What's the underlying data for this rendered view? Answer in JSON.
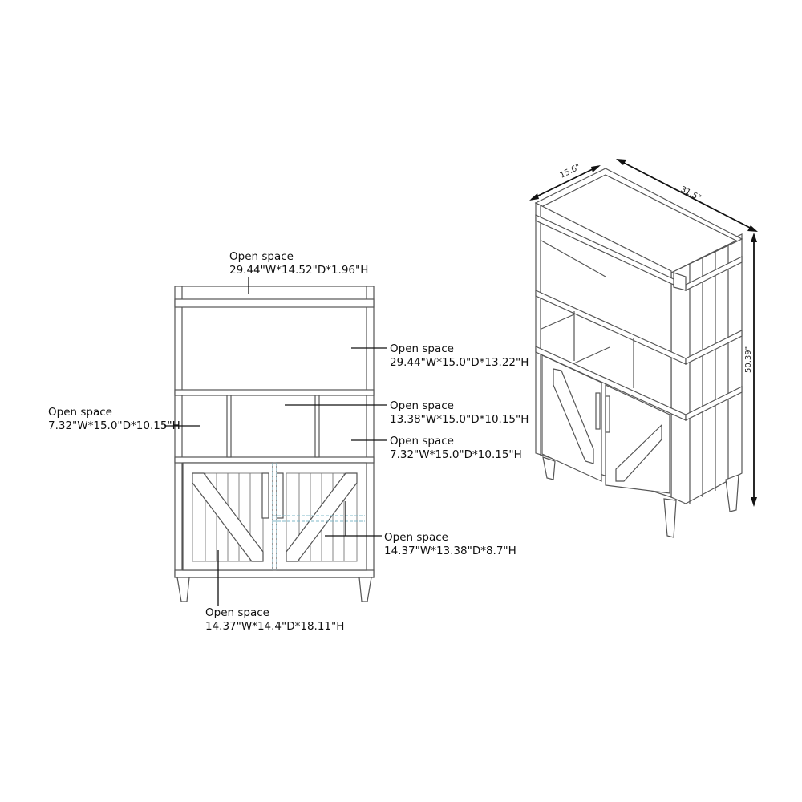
{
  "front_view": {
    "labels": [
      {
        "title": "Open space",
        "dims": "29.44\"W*14.52\"D*1.96\"H"
      },
      {
        "title": "Open space",
        "dims": "29.44\"W*15.0\"D*13.22\"H"
      },
      {
        "title": "Open space",
        "dims": "7.32\"W*15.0\"D*10.15\"H"
      },
      {
        "title": "Open space",
        "dims": "13.38\"W*15.0\"D*10.15\"H"
      },
      {
        "title": "Open space",
        "dims": "7.32\"W*15.0\"D*10.15\"H"
      },
      {
        "title": "Open space",
        "dims": "14.37\"W*13.38\"D*8.7\"H"
      },
      {
        "title": "Open space",
        "dims": "14.37\"W*14.4\"D*18.11\"H"
      }
    ]
  },
  "iso_view": {
    "depth": "15.6\"",
    "width": "31.5\"",
    "height": "50.39\""
  }
}
